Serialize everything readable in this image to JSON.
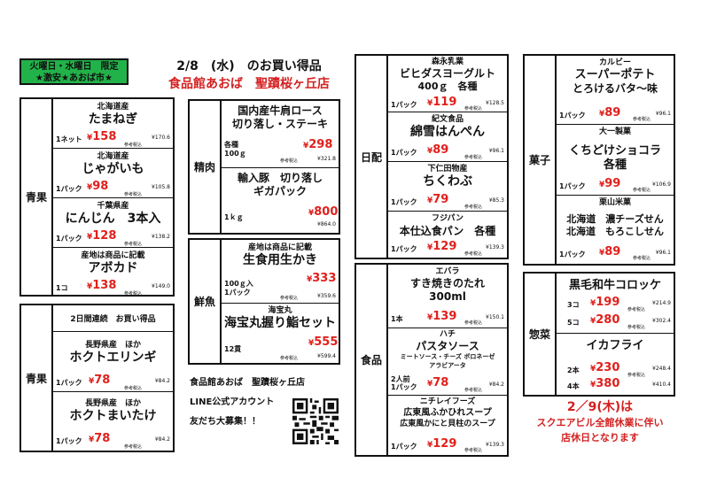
{
  "banner": {
    "line1": "火曜日・水曜日　限定",
    "line2": "★激安★あおば市★"
  },
  "header": {
    "date": "2/8　(水)　のお買い得品",
    "store": "食品館あおば　聖蹟桜ヶ丘店"
  },
  "sections": {
    "seika1": {
      "label": "青果",
      "items": [
        {
          "origin": "北海道産",
          "name": "たまねぎ",
          "qty": "1ネット",
          "price": "158",
          "tax": "¥170.6"
        },
        {
          "origin": "北海道産",
          "name": "じゃがいも",
          "qty": "1パック",
          "price": "98",
          "tax": "¥105.8"
        },
        {
          "origin": "千葉県産",
          "name": "にんじん　3本入",
          "qty": "1パック",
          "price": "128",
          "tax": "¥138.2"
        },
        {
          "origin": "産地は商品に記載",
          "name": "アボカド",
          "qty": "1コ",
          "price": "138",
          "tax": "¥149.0"
        }
      ]
    },
    "seika2": {
      "label": "青果",
      "header": "2日間連続　お買い得品",
      "items": [
        {
          "origin": "長野県産　ほか",
          "name": "ホクトエリンギ",
          "qty": "1パック",
          "price": "78",
          "tax": "¥84.2"
        },
        {
          "origin": "長野県産　ほか",
          "name": "ホクトまいたけ",
          "qty": "1パック",
          "price": "78",
          "tax": "¥84.2"
        }
      ]
    },
    "seiniku": {
      "label": "精肉",
      "items": [
        {
          "name": "国内産牛肩ロース",
          "name2": "切り落し・ステーキ",
          "qty": "各種",
          "qty2": "100ｇ",
          "price": "298",
          "tax": "¥321.8"
        },
        {
          "name": "輸入豚　切り落し",
          "name2": "ギガパック",
          "qty": "1ｋｇ",
          "price": "800",
          "tax": "¥864.0"
        }
      ]
    },
    "sengyo": {
      "label": "鮮魚",
      "items": [
        {
          "origin": "産地は商品に記載",
          "name": "生食用生かき",
          "qty": "100ｇ入",
          "qty2": "1パック",
          "price": "333",
          "tax": "¥359.6"
        },
        {
          "origin": "海宝丸",
          "name": "海宝丸握り鮨セット",
          "qty": "12貫",
          "price": "555",
          "tax": "¥599.4"
        }
      ]
    },
    "nichihai": {
      "label": "日配",
      "items": [
        {
          "origin": "森永乳業",
          "name": "ビヒダスヨーグルト",
          "name2": "400ｇ　各種",
          "qty": "1パック",
          "price": "119",
          "tax": "¥128.5"
        },
        {
          "origin": "紀文食品",
          "name": "綿雪はんぺん",
          "qty": "1パック",
          "price": "89",
          "tax": "¥96.1"
        },
        {
          "origin": "下仁田物産",
          "name": "ちくわぶ",
          "qty": "1パック",
          "price": "79",
          "tax": "¥85.3"
        },
        {
          "origin": "フジパン",
          "name": "本仕込食パン　各種",
          "qty": "1パック",
          "price": "129",
          "tax": "¥139.3"
        }
      ]
    },
    "shokuhin": {
      "label": "食品",
      "items": [
        {
          "origin": "エバラ",
          "name": "すき焼きのたれ",
          "name2": "300ml",
          "qty": "1本",
          "price": "139",
          "tax": "¥150.1"
        },
        {
          "origin": "ハチ",
          "name": "パスタソース",
          "name2": "ミートソース・チーズ ボロネーゼ",
          "name3": "アラビアータ",
          "qty": "2人前",
          "qty2": "1パック",
          "price": "78",
          "tax": "¥84.2"
        },
        {
          "origin": "ニチレイフーズ",
          "name": "広東風ふかひれスープ",
          "name2": "広東風かにと貝柱のスープ",
          "qty": "1パック",
          "price": "129",
          "tax": "¥139.3"
        }
      ]
    },
    "kashi": {
      "label": "菓子",
      "items": [
        {
          "origin": "カルビー",
          "name": "スーパーポテト",
          "name2": "とろけるバタ～味",
          "qty": "1パック",
          "price": "89",
          "tax": "¥96.1"
        },
        {
          "origin": "大一製菓",
          "name": "くちどけショコラ",
          "name2": "各種",
          "qty": "1パック",
          "price": "99",
          "tax": "¥106.9"
        },
        {
          "origin": "栗山米菓",
          "name": "北海道　濃チーズせん",
          "name2": "北海道　もろこしせん",
          "qty": "1パック",
          "price": "89",
          "tax": "¥96.1"
        }
      ]
    },
    "sozai": {
      "label": "惣菜",
      "items": [
        {
          "name": "黒毛和牛コロッケ",
          "rows": [
            {
              "qty": "3コ",
              "price": "199",
              "tax": "¥214.9"
            },
            {
              "qty": "5コ",
              "price": "280",
              "tax": "¥302.4"
            }
          ]
        },
        {
          "name": "イカフライ",
          "rows": [
            {
              "qty": "2本",
              "price": "230",
              "tax": "¥248.4"
            },
            {
              "qty": "4本",
              "price": "380",
              "tax": "¥410.4"
            }
          ]
        }
      ]
    }
  },
  "footer": {
    "store": "食品館あおば　聖蹟桜ヶ丘店",
    "line": "LINE公式アカウント",
    "friends": "友だち大募集！！"
  },
  "notice": {
    "line1": "2／9(木)は",
    "line2": "スクエアビル全館休業に伴い",
    "line3": "店休日となります"
  },
  "yen": "¥",
  "ref": "参考税込",
  "colors": {
    "banner": "#22b24a",
    "price": "#e0201c"
  }
}
